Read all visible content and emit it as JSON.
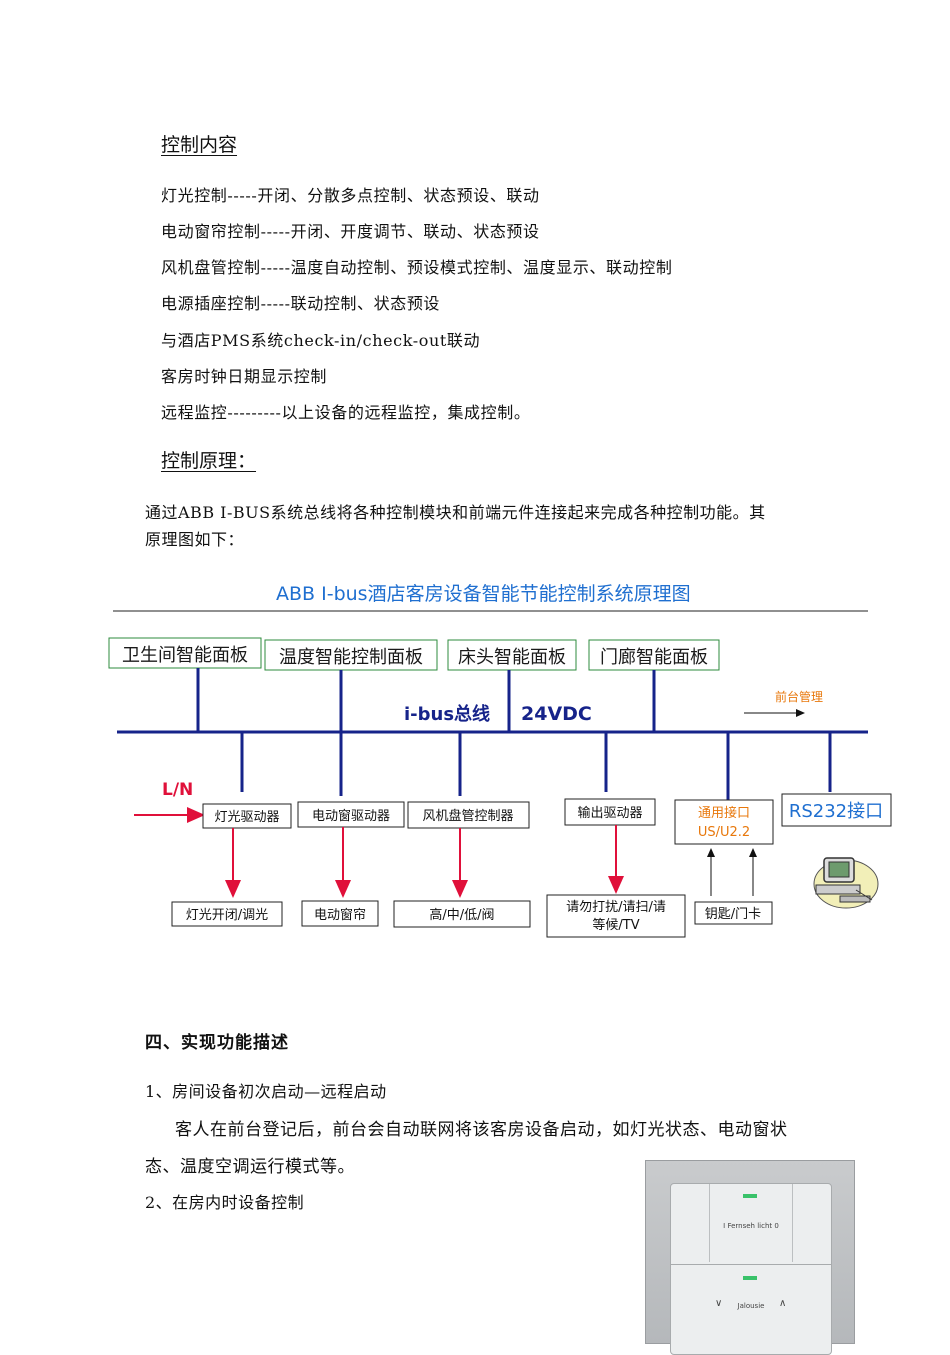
{
  "section_control_content": {
    "heading": "控制内容",
    "items": [
      "灯光控制-----开闭、分散多点控制、状态预设、联动",
      "电动窗帘控制-----开闭、开度调节、联动、状态预设",
      "风机盘管控制-----温度自动控制、预设模式控制、温度显示、联动控制",
      "电源插座控制-----联动控制、状态预设",
      "与酒店PMS系统check-in/check-out联动",
      "客房时钟日期显示控制",
      "远程监控---------以上设备的远程监控，集成控制。"
    ]
  },
  "section_control_principle": {
    "heading": "控制原理：",
    "paragraph_line1": "通过ABB I-BUS系统总线将各种控制模块和前端元件连接起来完成各种控制功能。其",
    "paragraph_line2": "原理图如下："
  },
  "diagram": {
    "title": "ABB I-bus酒店客房设备智能节能控制系统原理图",
    "panels": [
      "卫生间智能面板",
      "温度智能控制面板",
      "床头智能面板",
      "门廊智能面板"
    ],
    "bus_label": "i-bus总线",
    "voltage_label": "24VDC",
    "front_desk_label": "前台管理",
    "power_label": "L/N",
    "drivers": [
      "灯光驱动器",
      "电动窗驱动器",
      "风机盘管控制器",
      "输出驱动器"
    ],
    "interface_line1": "通用接口",
    "interface_line2": "US/U2.2",
    "rs232_label": "RS232接口",
    "outputs": [
      "灯光开闭/调光",
      "电动窗帘",
      "高/中/低/阀"
    ],
    "output_driver_line1": "请勿打扰/请扫/请",
    "output_driver_line2": "等候/TV",
    "keycard_label": "钥匙/门卡",
    "colors": {
      "panel_border": "#2e8b3c",
      "bus": "#16238a",
      "arrow_red": "#e0103a",
      "title_blue": "#1f6fd0",
      "interface_orange": "#e8780c"
    }
  },
  "section_four": {
    "heading": "四、实现功能描述",
    "item1": "1、房间设备初次启动—远程启动",
    "para_line1": "客人在前台登记后，前台会自动联网将该客房设备启动，如灯光状态、电动窗状",
    "para_line2": "态、温度空调运行模式等。",
    "item2": "2、在房内时设备控制"
  },
  "panel_photo": {
    "label_top": "I   Fernseh licht   0",
    "label_bottom": "Jalousie"
  }
}
